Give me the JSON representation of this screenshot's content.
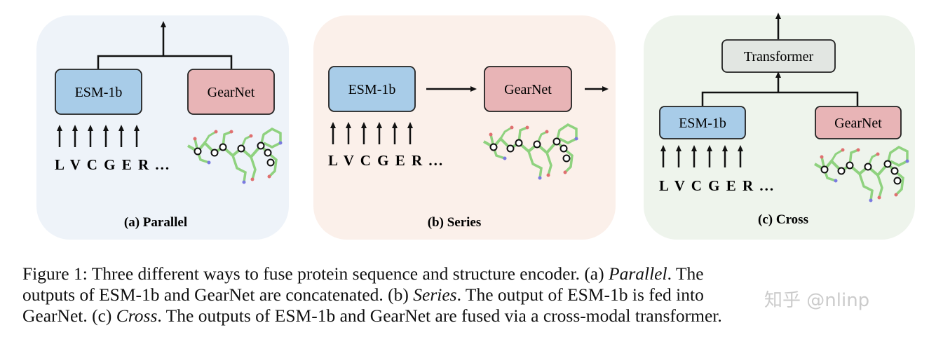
{
  "panels": {
    "a": {
      "title": "(a) Parallel",
      "box1": "ESM-1b",
      "box2": "GearNet",
      "sequence": "L V C G E R ..."
    },
    "b": {
      "title": "(b) Series",
      "box1": "ESM-1b",
      "box2": "GearNet",
      "sequence": "L V C G E R ..."
    },
    "c": {
      "title": "(c) Cross",
      "box1": "ESM-1b",
      "box2": "GearNet",
      "box3": "Transformer",
      "sequence": "L V C G E R ..."
    }
  },
  "colors": {
    "panel_a_bg": "#eef3f9",
    "panel_b_bg": "#fbf0ea",
    "panel_c_bg": "#eef4ec",
    "esm_fill": "#a8cce8",
    "gearnet_fill": "#e8b4b6",
    "transformer_fill": "#e2e6e2"
  },
  "caption": {
    "line1_a": "Figure 1: Three different ways to fuse protein sequence and structure encoder. (a) ",
    "line1_em": "Parallel",
    "line1_b": ". The",
    "line2_a": "outputs of ESM-1b and GearNet are concatenated.  (b) ",
    "line2_em": "Series",
    "line2_b": ". The output of ESM-1b is fed into",
    "line3_a": "GearNet. (c) ",
    "line3_em": "Cross",
    "line3_b": ". The outputs of ESM-1b and GearNet are fused via a cross-modal transformer."
  },
  "watermark": "知乎 @nlinp"
}
